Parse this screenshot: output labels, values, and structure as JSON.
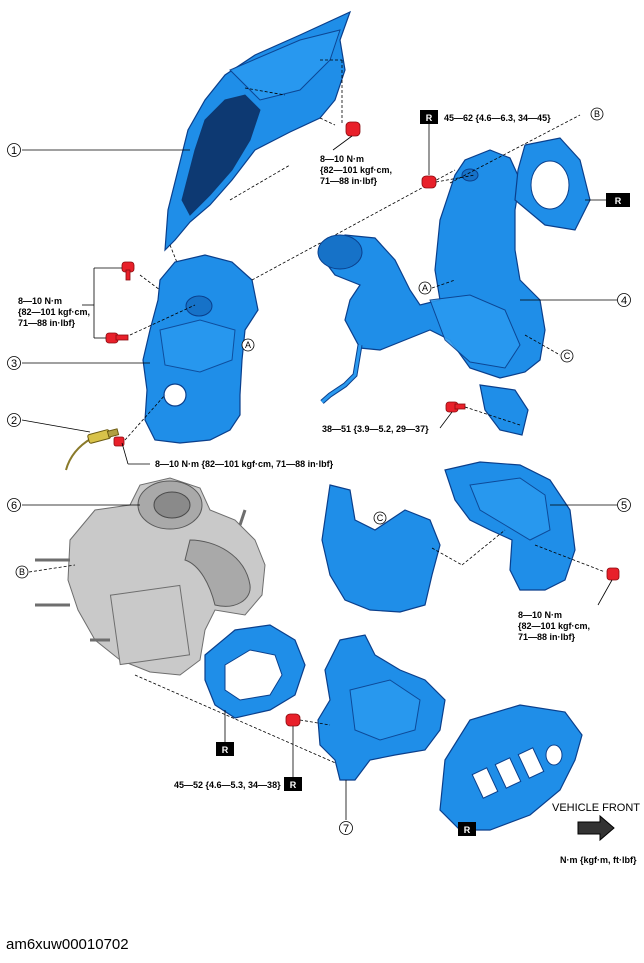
{
  "callouts": {
    "c1": "1",
    "c2": "2",
    "c3": "3",
    "c4": "4",
    "c5": "5",
    "c6": "6",
    "c7": "7"
  },
  "refs": {
    "a": "A",
    "b": "B",
    "c": "C",
    "r": "R"
  },
  "torques": {
    "upper_heat_insulator": [
      "8—10 N·m",
      "{82—101 kgf·cm,",
      "71—88 in·lbf}"
    ],
    "catalyst_top": "45—62 {4.6—6.3, 34—45}",
    "left_insulator": [
      "8—10 N·m",
      "{82—101 kgf·cm,",
      "71—88 in·lbf}"
    ],
    "sensor": "8—10 N·m {82—101 kgf·cm, 71—88 in·lbf}",
    "catalyst_bottom": "38—51 {3.9—5.2, 29—37}",
    "lower_insulator": [
      "8—10 N·m",
      "{82—101 kgf·cm,",
      "71—88 in·lbf}"
    ],
    "turbo_gasket": "45—52 {4.6—5.3, 34—38}"
  },
  "vehicle_front": "VEHICLE FRONT",
  "units": "N·m {kgf·m, ft·lbf}",
  "image_code": "am6xuw00010702",
  "colors": {
    "part_blue": "#1f8ee8",
    "bolt_red": "#e8202a",
    "turbo_gray": "#c9c9c9"
  }
}
